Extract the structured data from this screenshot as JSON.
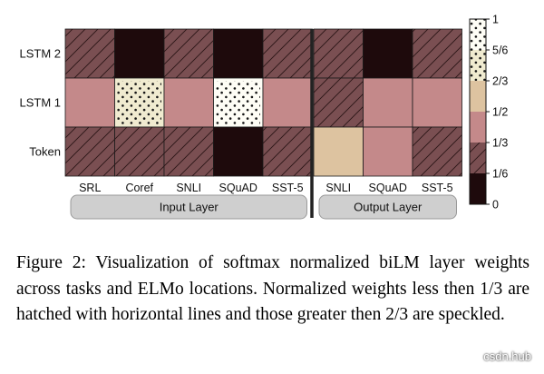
{
  "chart_data": {
    "type": "heatmap",
    "rows": [
      "LSTM 2",
      "LSTM 1",
      "Token"
    ],
    "groups": [
      {
        "label": "Input Layer",
        "columns": [
          "SRL",
          "Coref",
          "SNLI",
          "SQuAD",
          "SST-5"
        ],
        "values": [
          [
            0.25,
            0.0,
            0.25,
            0.0,
            0.25
          ],
          [
            0.38,
            0.72,
            0.38,
            0.95,
            0.38
          ],
          [
            0.25,
            0.25,
            0.25,
            0.02,
            0.25
          ]
        ]
      },
      {
        "label": "Output Layer",
        "columns": [
          "SNLI",
          "SQuAD",
          "SST-5"
        ],
        "values": [
          [
            0.25,
            0.0,
            0.25
          ],
          [
            0.25,
            0.38,
            0.38
          ],
          [
            0.58,
            0.38,
            0.25
          ]
        ]
      }
    ],
    "colorbar": {
      "min": 0,
      "max": 1,
      "ticks": [
        "0",
        "1/6",
        "1/3",
        "1/2",
        "2/3",
        "5/6",
        "1"
      ]
    },
    "hatch_rule": {
      "hatched_below": 0.3333,
      "speckled_above": 0.6667
    }
  },
  "caption": "Figure 2: Visualization of softmax normalized biLM layer weights across tasks and ELMo locations. Normalized weights less then 1/3 are hatched with horizontal lines and those greater then 2/3 are speckled.",
  "watermark": "csdn.hub",
  "colors": {
    "bin0": "#1e0a0c",
    "bin1": "#7a4f52",
    "bin2": "#c4898a",
    "bin3": "#ddc3a0",
    "bin4": "#f0ebd0",
    "bin5": "#fefdf5",
    "pill_fill": "#cfcfcf",
    "pill_stroke": "#9a9a9a",
    "separator": "#222222"
  }
}
